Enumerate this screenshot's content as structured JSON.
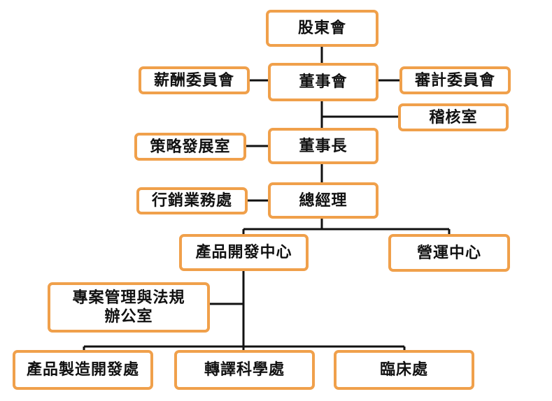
{
  "chart": {
    "nodes": {
      "shareholders": "股東會",
      "compensation_committee": "薪酬委員會",
      "board": "董事會",
      "audit_committee": "審計委員會",
      "audit_office": "稽核室",
      "strategy_office": "策略發展室",
      "chairman": "董事長",
      "marketing_office": "行銷業務處",
      "general_manager": "總經理",
      "product_dev_center": "產品開發中心",
      "operations_center": "營運中心",
      "pmo_line1": "專案管理與法規",
      "pmo_line2": "辦公室",
      "manufacturing_dev": "產品製造開發處",
      "translational_science": "轉譯科學處",
      "clinical": "臨床處"
    }
  }
}
